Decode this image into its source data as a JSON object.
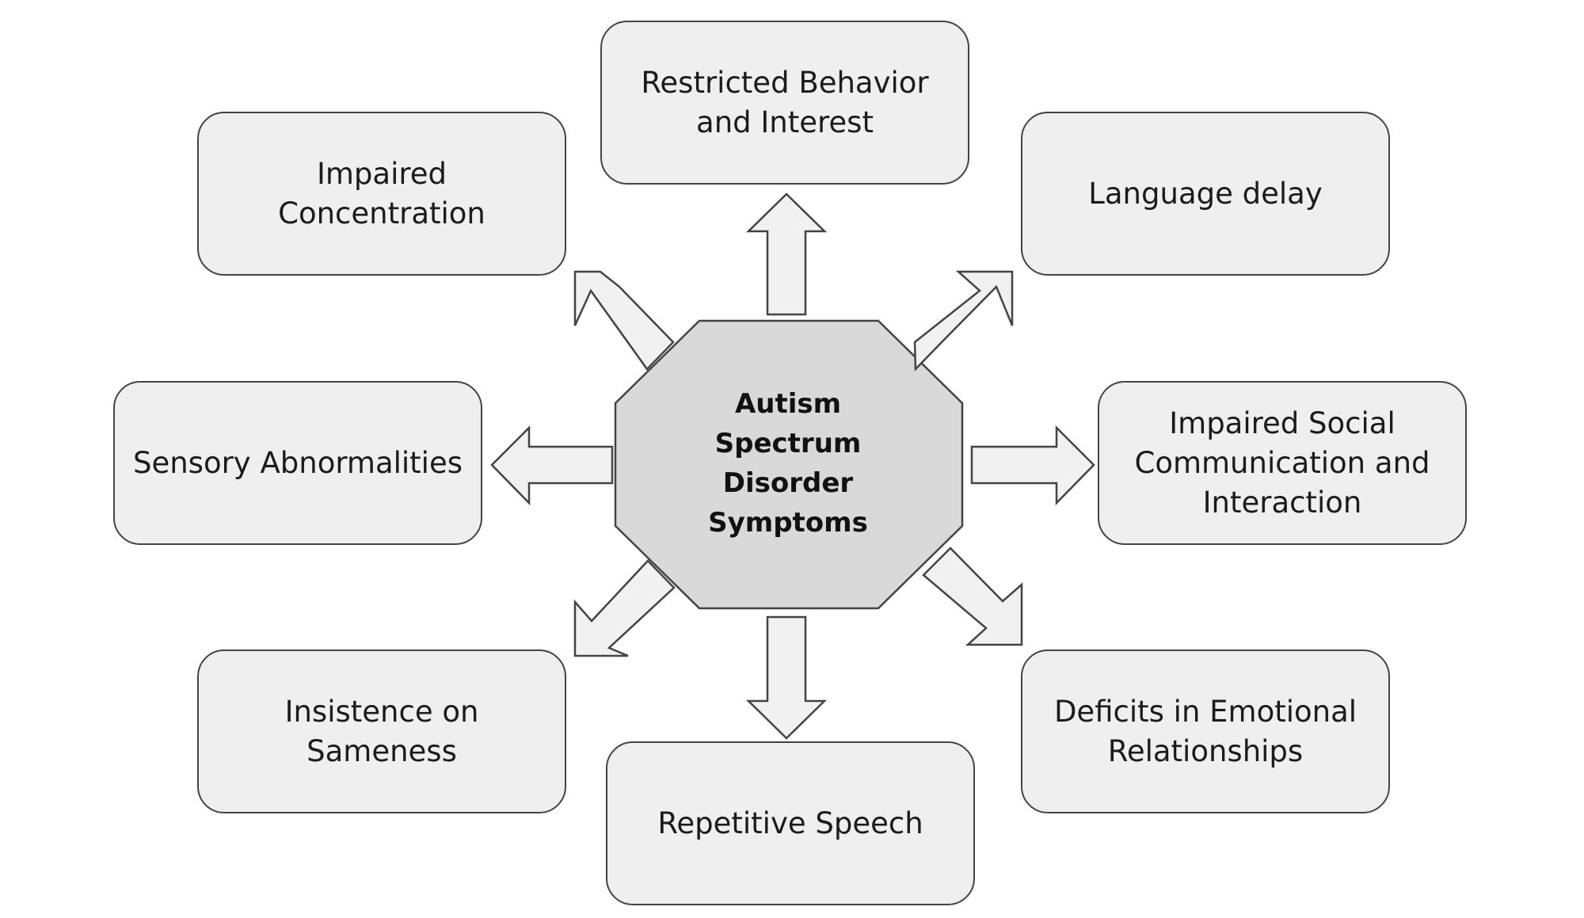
{
  "center": {
    "label": "Autism Spectrum Disorder Symptoms"
  },
  "symptoms": {
    "restricted_behavior": "Restricted Behavior and Interest",
    "language_delay": "Language delay",
    "impaired_social": "Impaired Social Communication and Interaction",
    "emotional_relationships": "Deficits in Emotional Relationships",
    "repetitive_speech": "Repetitive Speech",
    "insistence_sameness": "Insistence on Sameness",
    "sensory_abnormalities": "Sensory Abnormalities",
    "impaired_concentration": "Impaired Concentration"
  },
  "colors": {
    "box_fill": "#efefef",
    "center_fill": "#d9d9d9",
    "arrow_fill": "#f1f1f1",
    "stroke": "#444444"
  }
}
